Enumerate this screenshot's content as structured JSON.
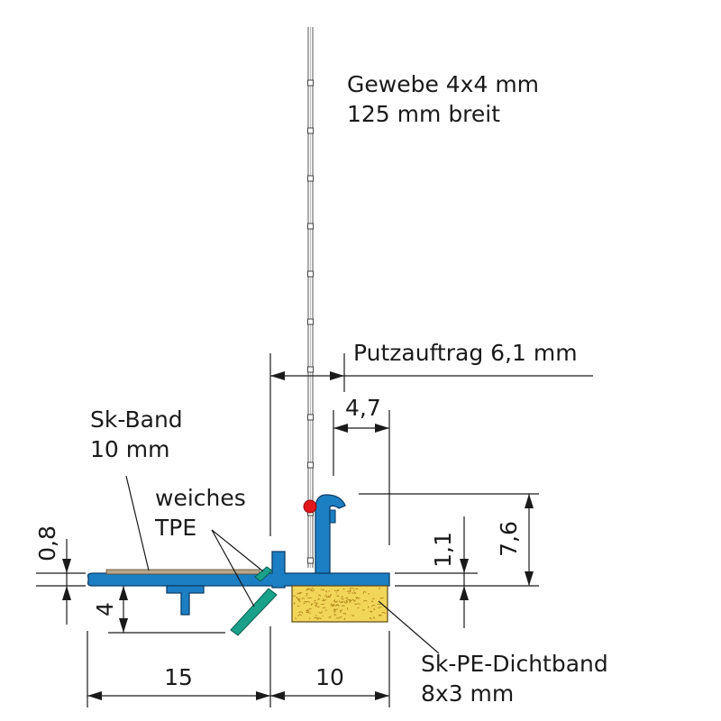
{
  "labels": {
    "mesh": [
      "Gewebe 4x4 mm",
      "125 mm breit"
    ],
    "plaster": "Putzauftrag 6,1 mm",
    "tape": [
      "Sk-Band",
      "10 mm"
    ],
    "tpe": [
      "weiches",
      "TPE"
    ],
    "seal": [
      "Sk-PE-Dichtband",
      "8x3 mm"
    ]
  },
  "dimensions": {
    "d_47": "4,7",
    "d_11": "1,1",
    "d_76": "7,6",
    "d_08": "0,8",
    "d_4": "4",
    "d_15": "15",
    "d_10": "10"
  },
  "colors": {
    "profile_blue": "#1c7fc4",
    "profile_dark": "#0d3e66",
    "tpe_green": "#1aa18a",
    "foam_yellow": "#f2d65a",
    "foam_dots": "#b58a1e",
    "seal_red": "#e3161b",
    "tape_gray": "#b8a58a"
  }
}
